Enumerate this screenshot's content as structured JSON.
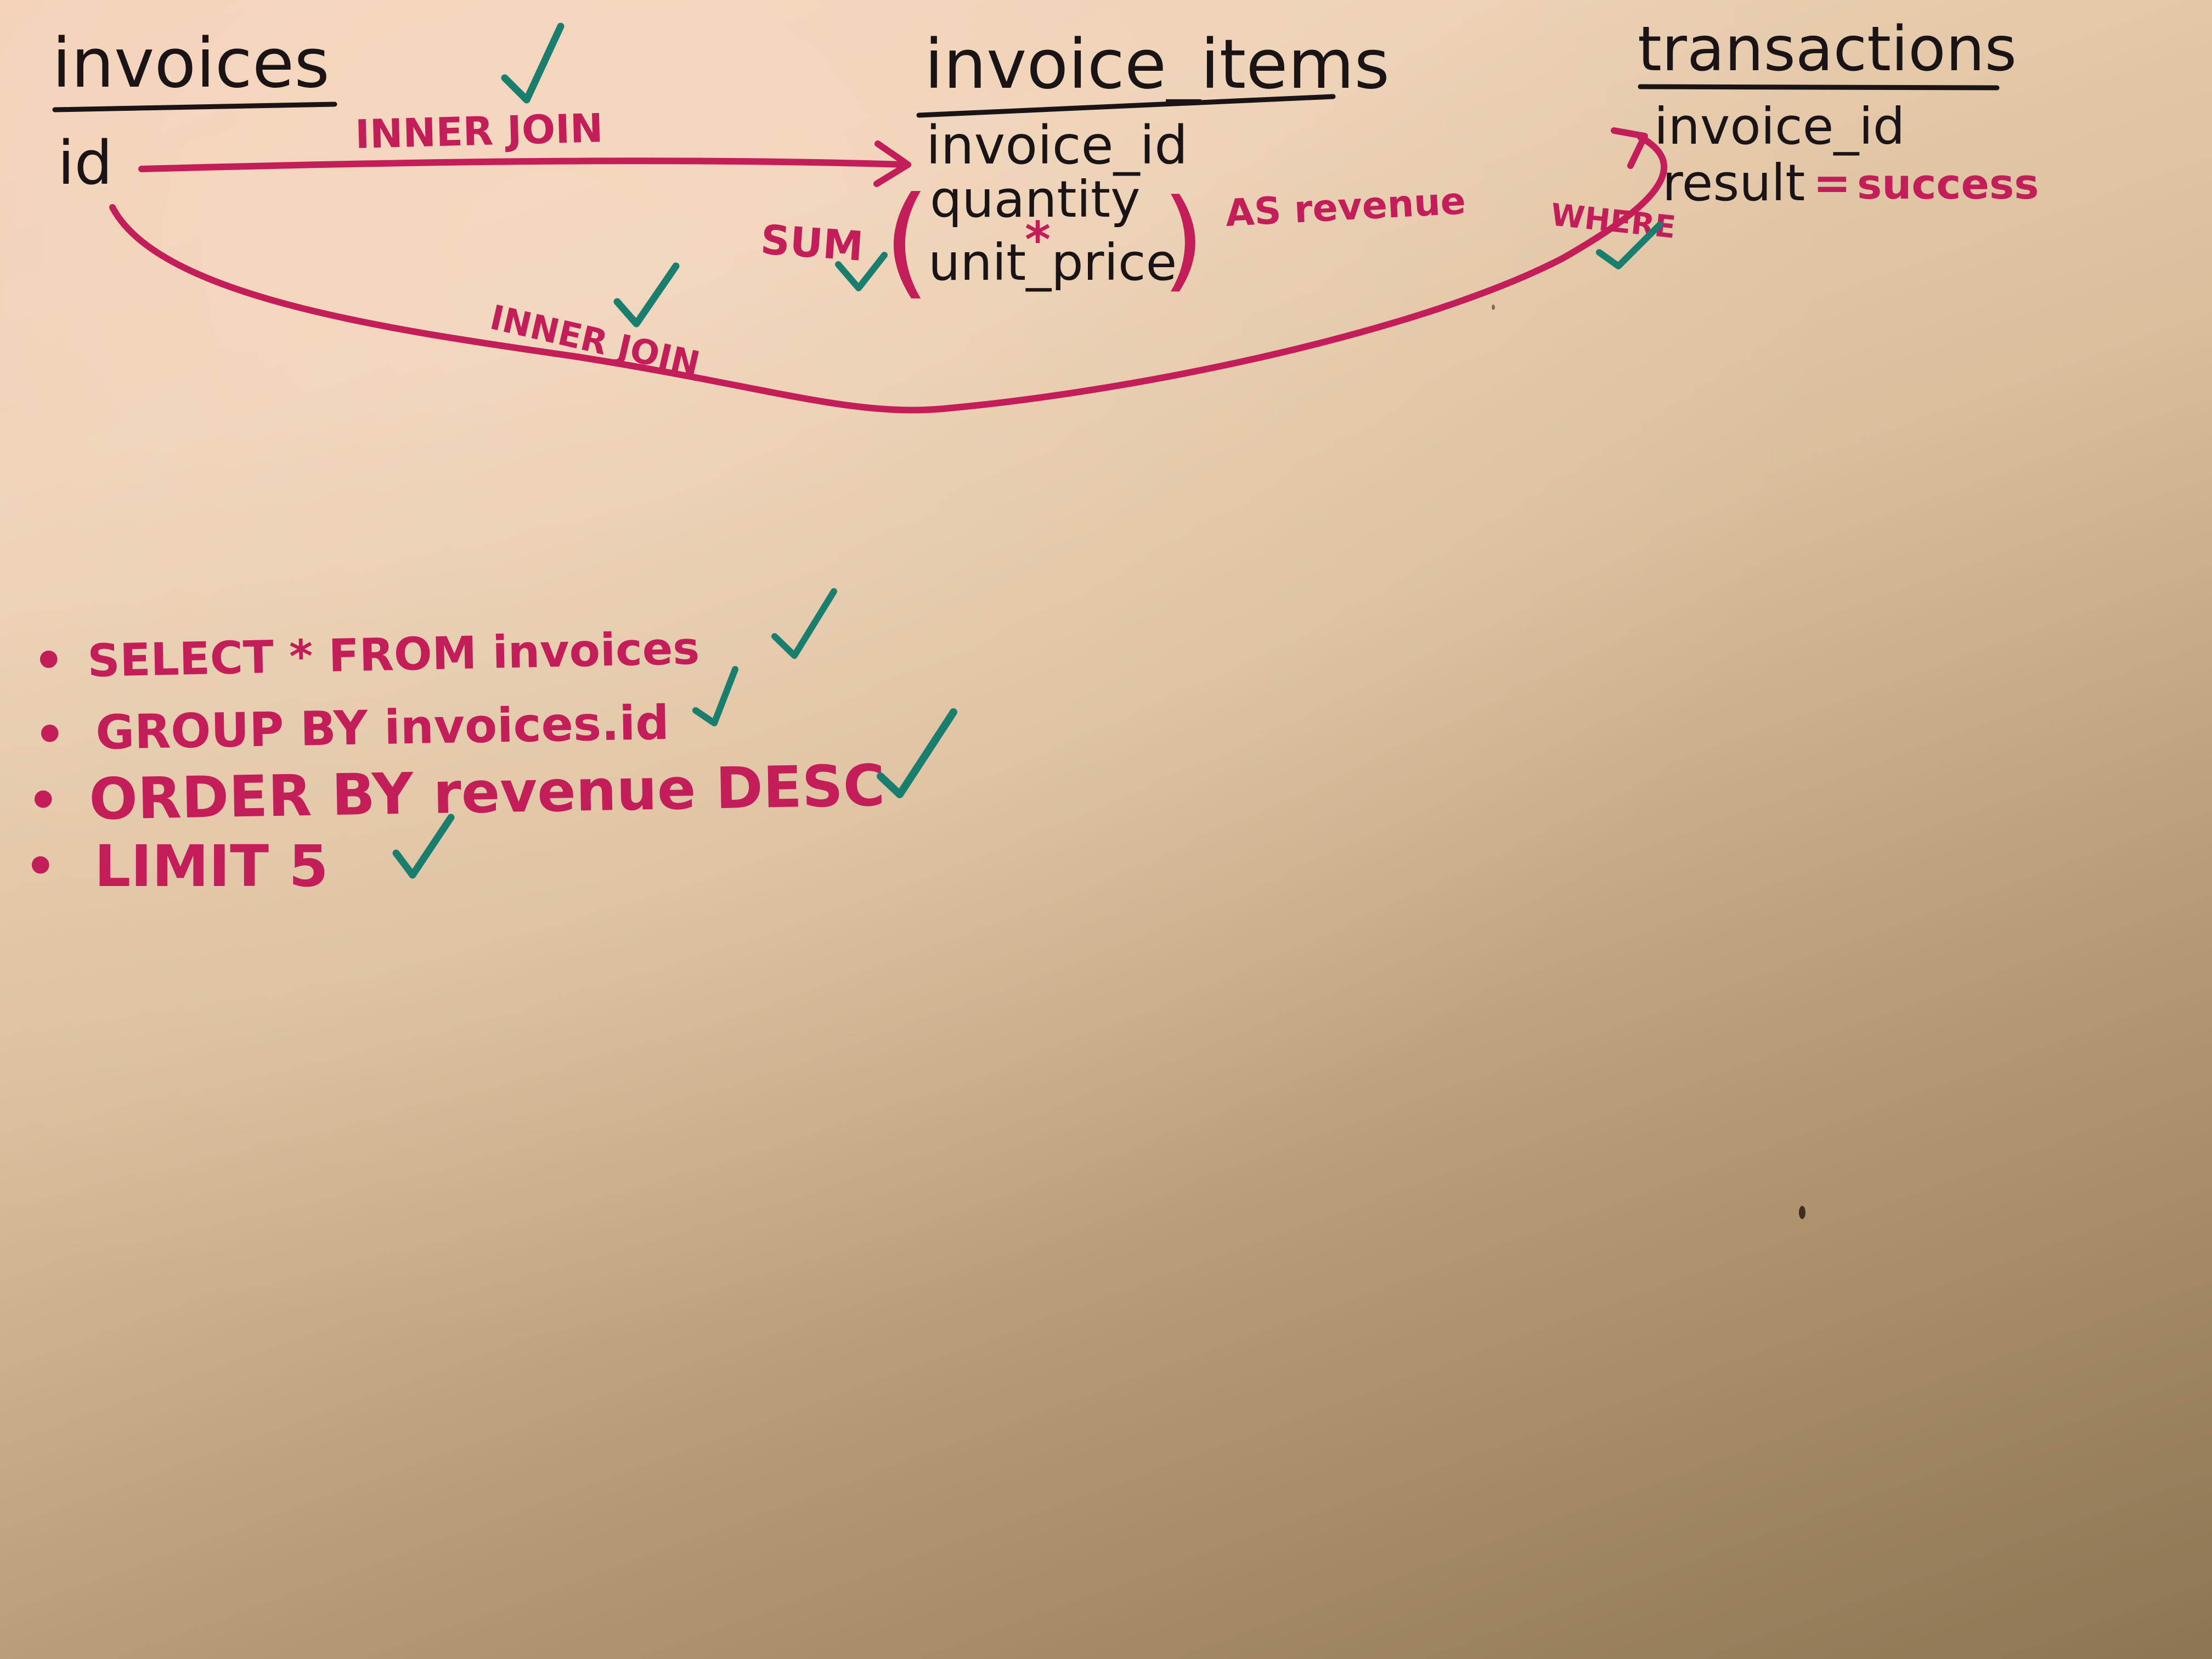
{
  "tables": {
    "invoices": {
      "title": "invoices",
      "field_id": "id"
    },
    "invoice_items": {
      "title": "invoice_items",
      "field_invoice_id": "invoice_id",
      "field_quantity": "quantity",
      "operator": "*",
      "field_unit_price": "unit_price"
    },
    "transactions": {
      "title": "transactions",
      "field_invoice_id": "invoice_id",
      "field_result": "result",
      "equals": "=",
      "result_value": "success"
    }
  },
  "annotations": {
    "join_top": "INNER JOIN",
    "join_bottom": "INNER JOIN",
    "sum": "SUM",
    "open_paren": "(",
    "close_paren": ")",
    "as_revenue": "AS revenue",
    "where": "WHERE"
  },
  "bullets": [
    {
      "marker": "•",
      "text": "SELECT * FROM invoices"
    },
    {
      "marker": "•",
      "text": "GROUP BY invoices.id"
    },
    {
      "marker": "•",
      "text": "ORDER BY revenue DESC"
    },
    {
      "marker": "•",
      "text": "LIMIT 5"
    }
  ],
  "colors": {
    "marker_black": "#1b1417",
    "marker_red": "#c31e5a",
    "marker_green": "#1a7e6f"
  }
}
